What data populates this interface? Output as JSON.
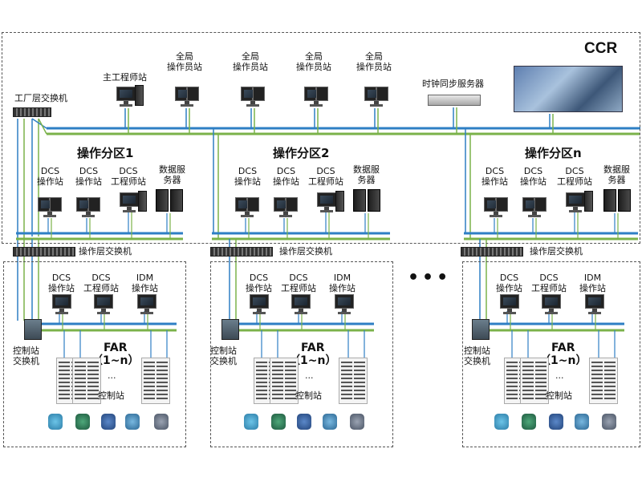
{
  "ccr": {
    "title": "CCR",
    "plant_switch": "工厂层交换机",
    "main_engineer": "主工程师站",
    "global_operator": "全局\n操作员站",
    "clock_server": "时钟同步服务器"
  },
  "zones": [
    {
      "title": "操作分区1"
    },
    {
      "title": "操作分区2"
    },
    {
      "title": "操作分区n"
    }
  ],
  "zone_labels": {
    "dcs_operator": "DCS\n操作站",
    "dcs_engineer": "DCS\n工程师站",
    "data_server": "数据服\n务器",
    "op_switch": "操作层交换机"
  },
  "far": {
    "dcs_operator": "DCS\n操作站",
    "dcs_engineer": "DCS\n工程师站",
    "idm_operator": "IDM\n操作站",
    "ctrl_switch": "控制站\n交换机",
    "far_label": "FAR\n（1~n）",
    "ellipsis": "...",
    "ctrl_station": "控制站",
    "between": "•••"
  },
  "colors": {
    "bus_blue": "#2e7fc4",
    "bus_green": "#7bb24a",
    "dashed_border": "#555555"
  }
}
